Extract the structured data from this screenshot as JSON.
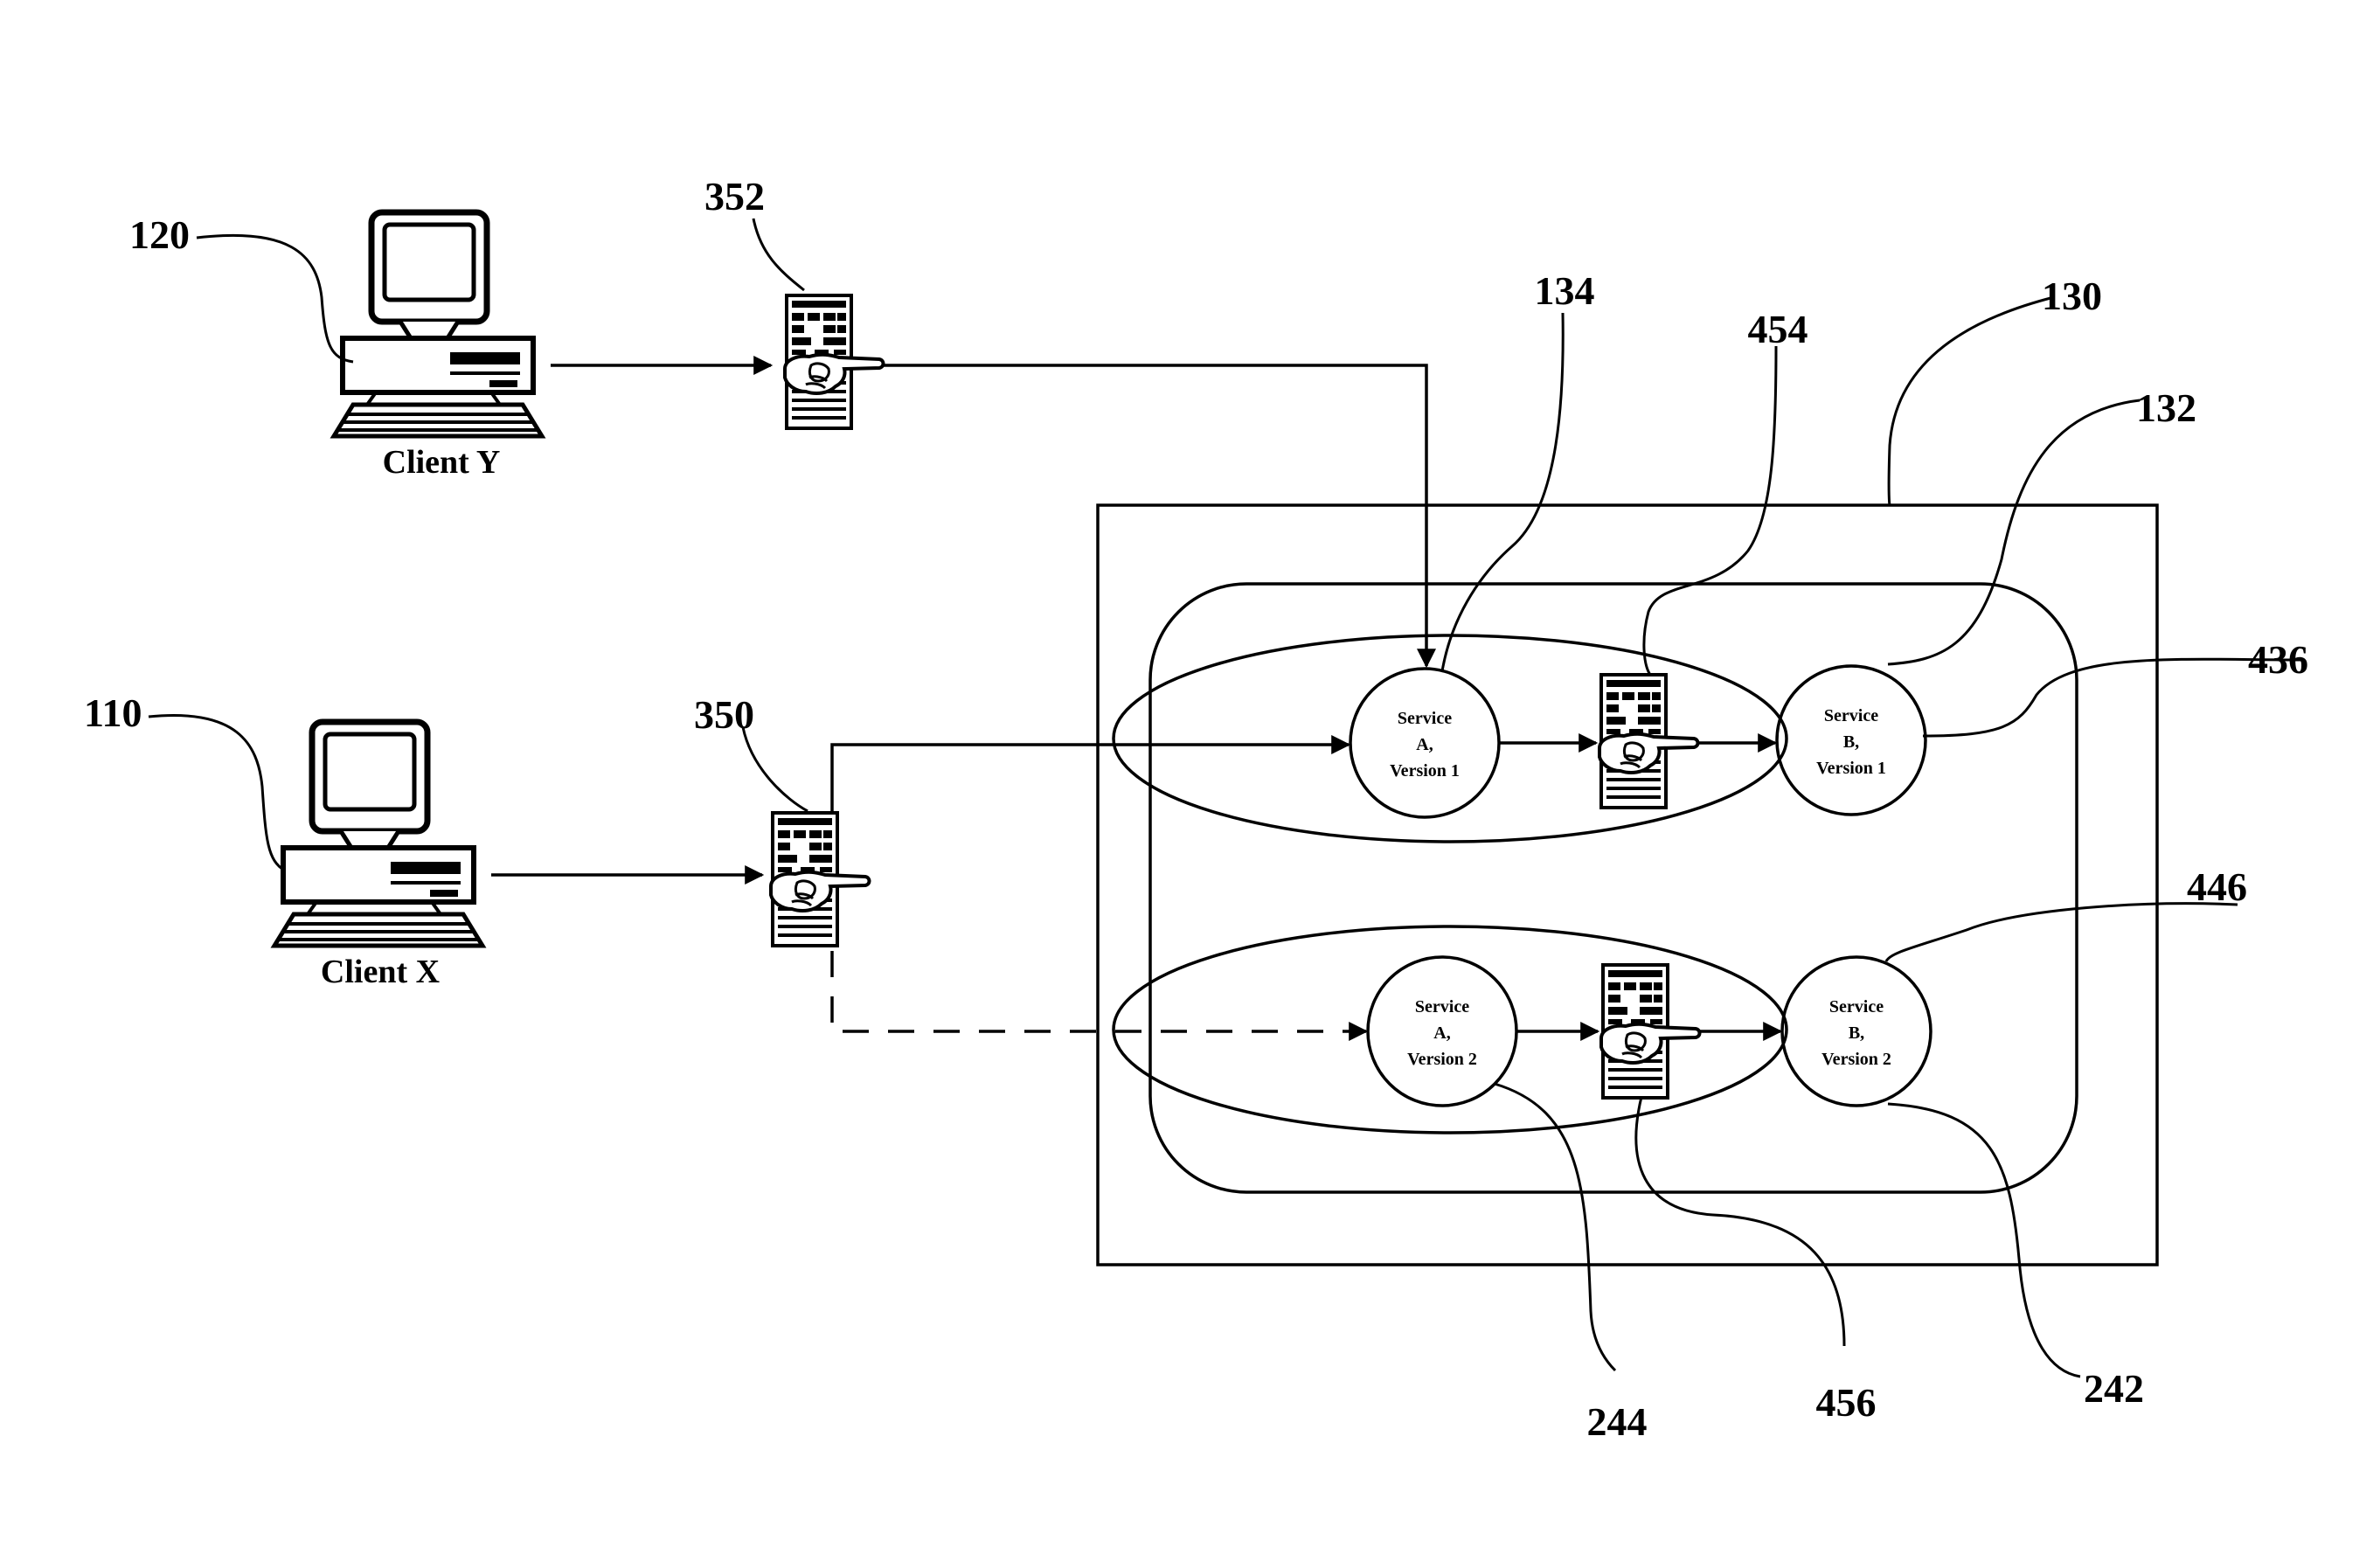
{
  "clients": {
    "y": {
      "ref": "120",
      "label": "Client Y"
    },
    "x": {
      "ref": "110",
      "label": "Client X"
    }
  },
  "gateways": {
    "client_y": {
      "ref": "352"
    },
    "client_x": {
      "ref": "350"
    },
    "version1": {
      "ref": "454"
    },
    "version2": {
      "ref": "456"
    }
  },
  "system": {
    "ref": "130"
  },
  "environment": {
    "ref": "132"
  },
  "chains": {
    "version1": {
      "ref": "436",
      "service_a": {
        "ref": "134",
        "line1": "Service",
        "line2": "A,",
        "line3": "Version 1"
      },
      "service_b": {
        "line1": "Service",
        "line2": "B,",
        "line3": "Version 1"
      }
    },
    "version2": {
      "ref": "446",
      "service_a": {
        "ref": "244",
        "line1": "Service",
        "line2": "A,",
        "line3": "Version 2"
      },
      "service_b": {
        "ref": "242",
        "line1": "Service",
        "line2": "B,",
        "line3": "Version 2"
      }
    }
  }
}
